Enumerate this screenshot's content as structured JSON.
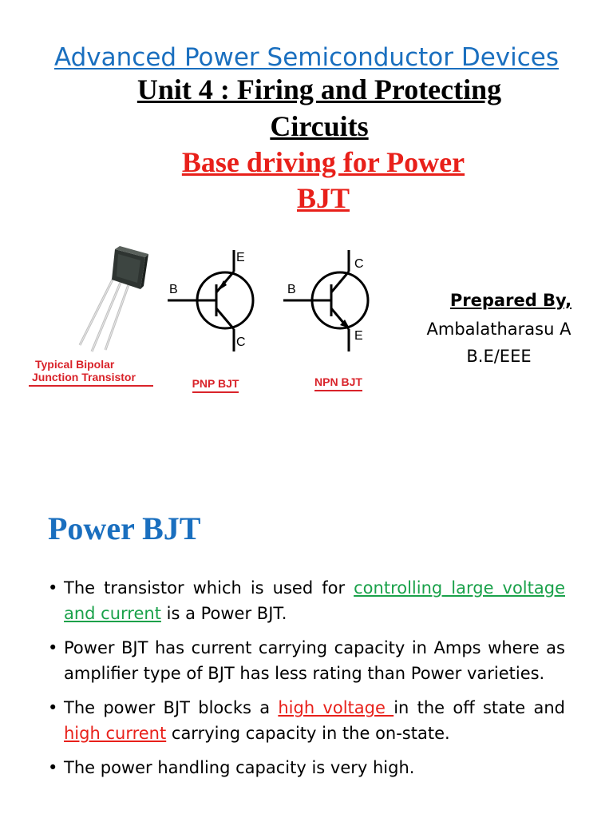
{
  "header": {
    "course_title": "Advanced Power Semiconductor Devices ",
    "unit_line1": "Unit 4 : Firing and Protecting",
    "unit_line2": "Circuits",
    "topic_line1": "Base driving for Power",
    "topic_line2": "BJT"
  },
  "figure": {
    "transistor_caption_line1": "Typical Bipolar",
    "transistor_caption_line2": "Junction Transistor",
    "pnp": {
      "caption": "PNP BJT",
      "label_base": "B",
      "label_top": "E",
      "label_bottom": "C"
    },
    "npn": {
      "caption": "NPN BJT",
      "label_base": "B",
      "label_top": "C",
      "label_bottom": "E"
    }
  },
  "author": {
    "label": "Prepared By,",
    "name": "Ambalatharasu A",
    "degree": "B.E/EEE"
  },
  "section": {
    "heading": "Power BJT",
    "bullets": [
      {
        "parts": [
          "The transistor which is used for ",
          "controlling large voltage and current",
          " is a Power BJT."
        ]
      },
      {
        "parts": [
          "Power BJT has current carrying capacity in Amps where as amplifier type of BJT has less rating than Power varieties."
        ]
      },
      {
        "parts": [
          "The power BJT blocks a ",
          "high voltage ",
          "in the off state and ",
          "high current",
          " carrying capacity in the on-state."
        ]
      },
      {
        "parts": [
          "The power handling capacity is very high."
        ]
      }
    ]
  },
  "colors": {
    "blue_accent": "#1a6fbf",
    "red_accent": "#e8201a",
    "green_highlight": "#1aa14a"
  }
}
